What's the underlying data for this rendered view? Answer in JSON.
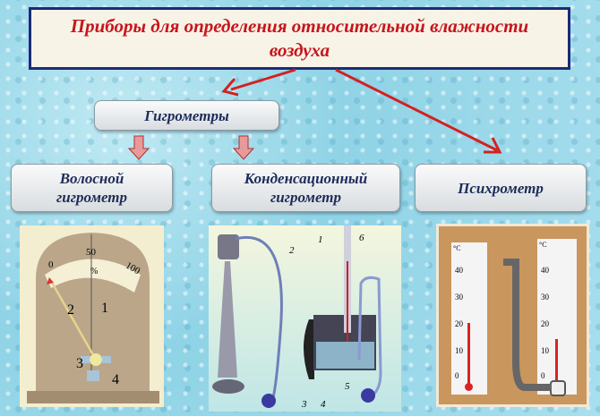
{
  "title": {
    "line1": "Приборы для определения относительной влажности",
    "line2": "воздуха"
  },
  "hygrometers": "Гигрометры",
  "hair": {
    "line1": "Волосной",
    "line2": "гигрометр",
    "scale": [
      "0",
      "50",
      "100"
    ],
    "unit": "%",
    "labels": [
      "1",
      "2",
      "3",
      "4"
    ]
  },
  "condensation": {
    "line1": "Конденсационный",
    "line2": "гигрометр",
    "labels": [
      "1",
      "2",
      "3",
      "4",
      "5",
      "6"
    ]
  },
  "psychrometer": {
    "label": "Психрометр",
    "unit": "°C",
    "ticks": [
      "40",
      "30",
      "20",
      "10",
      "0"
    ]
  },
  "colors": {
    "arrow": "#d42020",
    "title_border": "#1d2a78",
    "title_text": "#c8141c"
  }
}
